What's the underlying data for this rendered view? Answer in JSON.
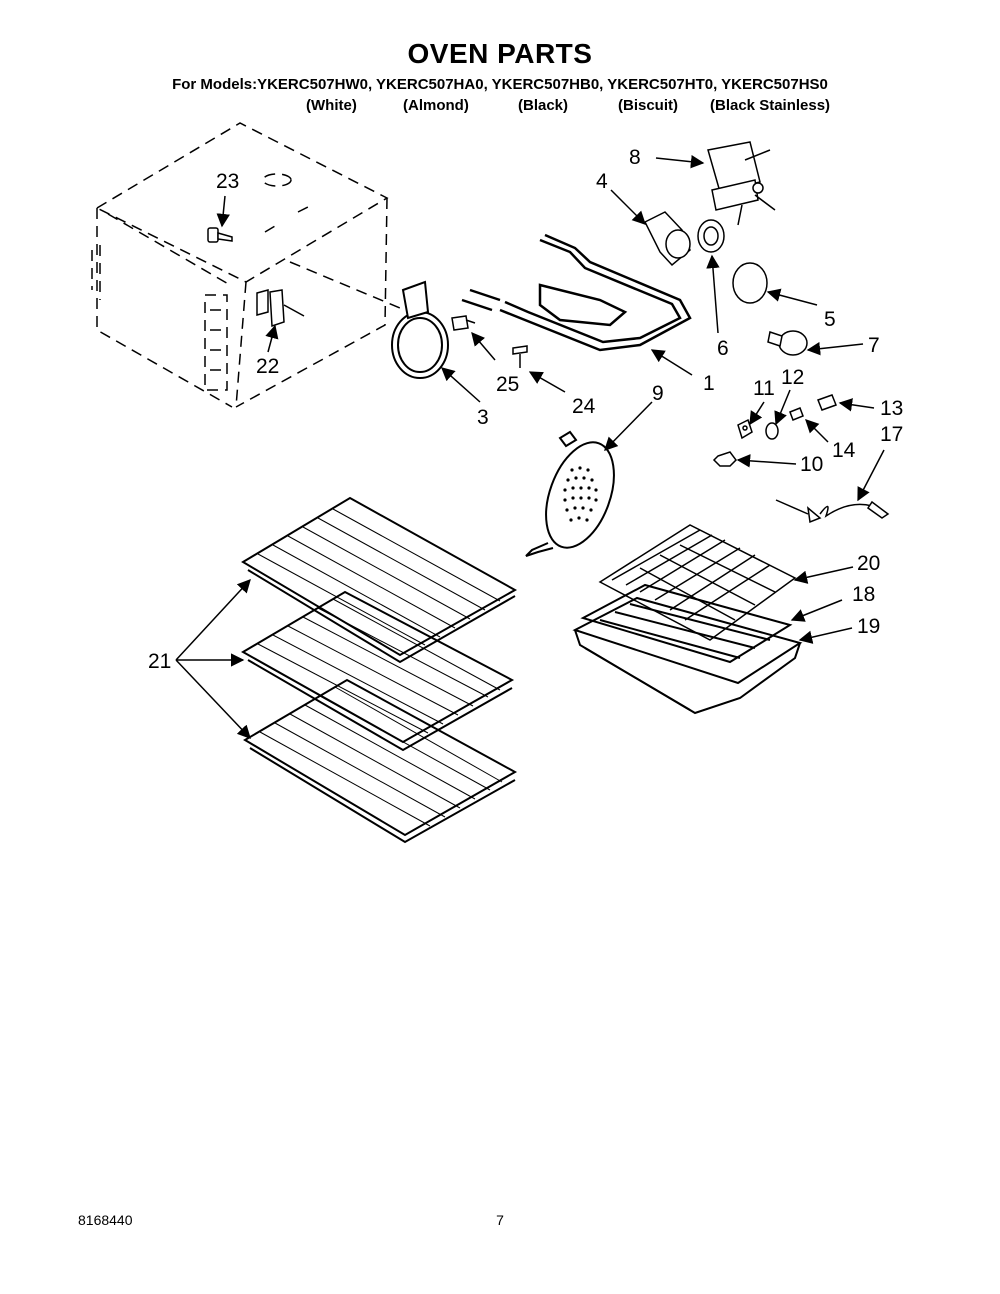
{
  "header": {
    "title": "OVEN PARTS",
    "models_line": "For Models:YKERC507HW0, YKERC507HA0, YKERC507HB0, YKERC507HT0, YKERC507HS0",
    "colors": [
      "(White)",
      "(Almond)",
      "(Black)",
      "(Biscuit)",
      "(Black Stainless)"
    ]
  },
  "callouts": {
    "c1": "1",
    "c3": "3",
    "c4": "4",
    "c5": "5",
    "c6": "6",
    "c7": "7",
    "c8": "8",
    "c9": "9",
    "c10": "10",
    "c11": "11",
    "c12": "12",
    "c13": "13",
    "c14": "14",
    "c17": "17",
    "c18": "18",
    "c19": "19",
    "c20": "20",
    "c21": "21",
    "c22": "22",
    "c23": "23",
    "c24": "24",
    "c25": "25"
  },
  "footer": {
    "document_number": "8168440",
    "page_number": "7"
  }
}
